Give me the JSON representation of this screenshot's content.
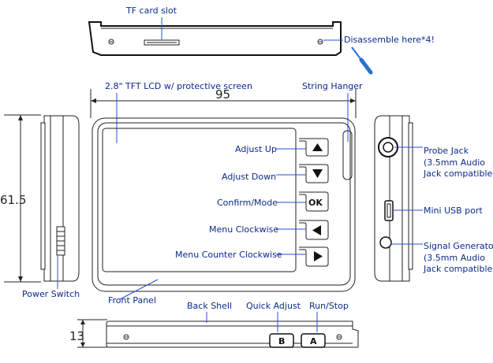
{
  "labels": {
    "tf_card_slot": "TF card slot",
    "disassemble": "Disassemble here*4!",
    "lcd": "2.8\" TFT LCD w/ protective screen",
    "string_hanger": "String Hanger",
    "adjust_up": "Adjust Up",
    "adjust_down": "Adjust Down",
    "confirm_mode": "Confirm/Mode",
    "menu_cw": "Menu Clockwise",
    "menu_ccw": "Menu Counter Clockwise",
    "probe_jack": [
      "Probe Jack",
      "(3.5mm Audio",
      "Jack compatible)"
    ],
    "mini_usb": "Mini USB port",
    "signal_gen": [
      "Signal Generator",
      "(3.5mm Audio",
      "Jack compatible)"
    ],
    "power_switch": "Power Switch",
    "front_panel": "Front Panel",
    "back_shell": "Back Shell",
    "quick_adjust": "Quick Adjust",
    "run_stop": "Run/Stop"
  },
  "dimensions": {
    "width": "95",
    "height": "61.5",
    "depth": "13"
  },
  "buttons": {
    "ok": "OK",
    "b": "B",
    "a": "A"
  },
  "icons": {
    "up": "triangle-up-icon",
    "down": "triangle-down-icon",
    "left": "triangle-left-icon",
    "right": "triangle-right-icon",
    "screwdriver": "screwdriver-icon"
  }
}
